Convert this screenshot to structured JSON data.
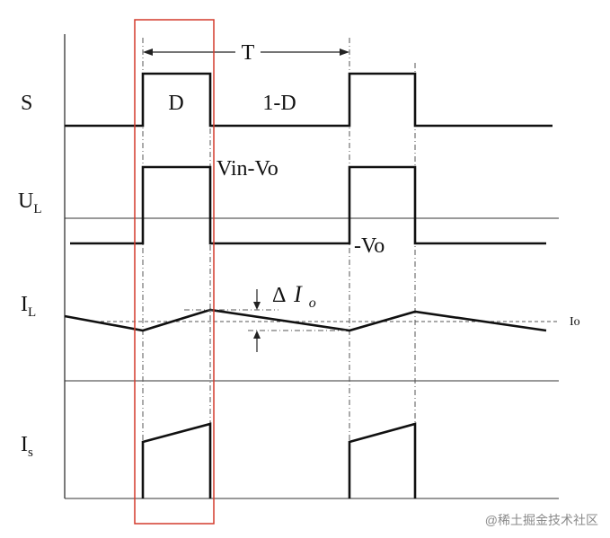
{
  "labels": {
    "period": "T",
    "duty": "D",
    "off_duty": "1-D",
    "on_voltage": "Vin-Vo",
    "off_voltage": "-Vo",
    "ripple_delta": "Δ",
    "ripple_var": "I",
    "ripple_sub": "o",
    "avg_current": "Io"
  },
  "traces": {
    "switch": {
      "name": "S"
    },
    "inductor_voltage": {
      "name": "U",
      "sub": "L"
    },
    "inductor_current": {
      "name": "I",
      "sub": "L"
    },
    "switch_current": {
      "name": "I",
      "sub": "s"
    }
  },
  "watermark": "@稀土掘金技术社区",
  "colors": {
    "highlight_box": "#d33a2c",
    "waveform": "#111111",
    "watermark": "#8a8a8a"
  }
}
